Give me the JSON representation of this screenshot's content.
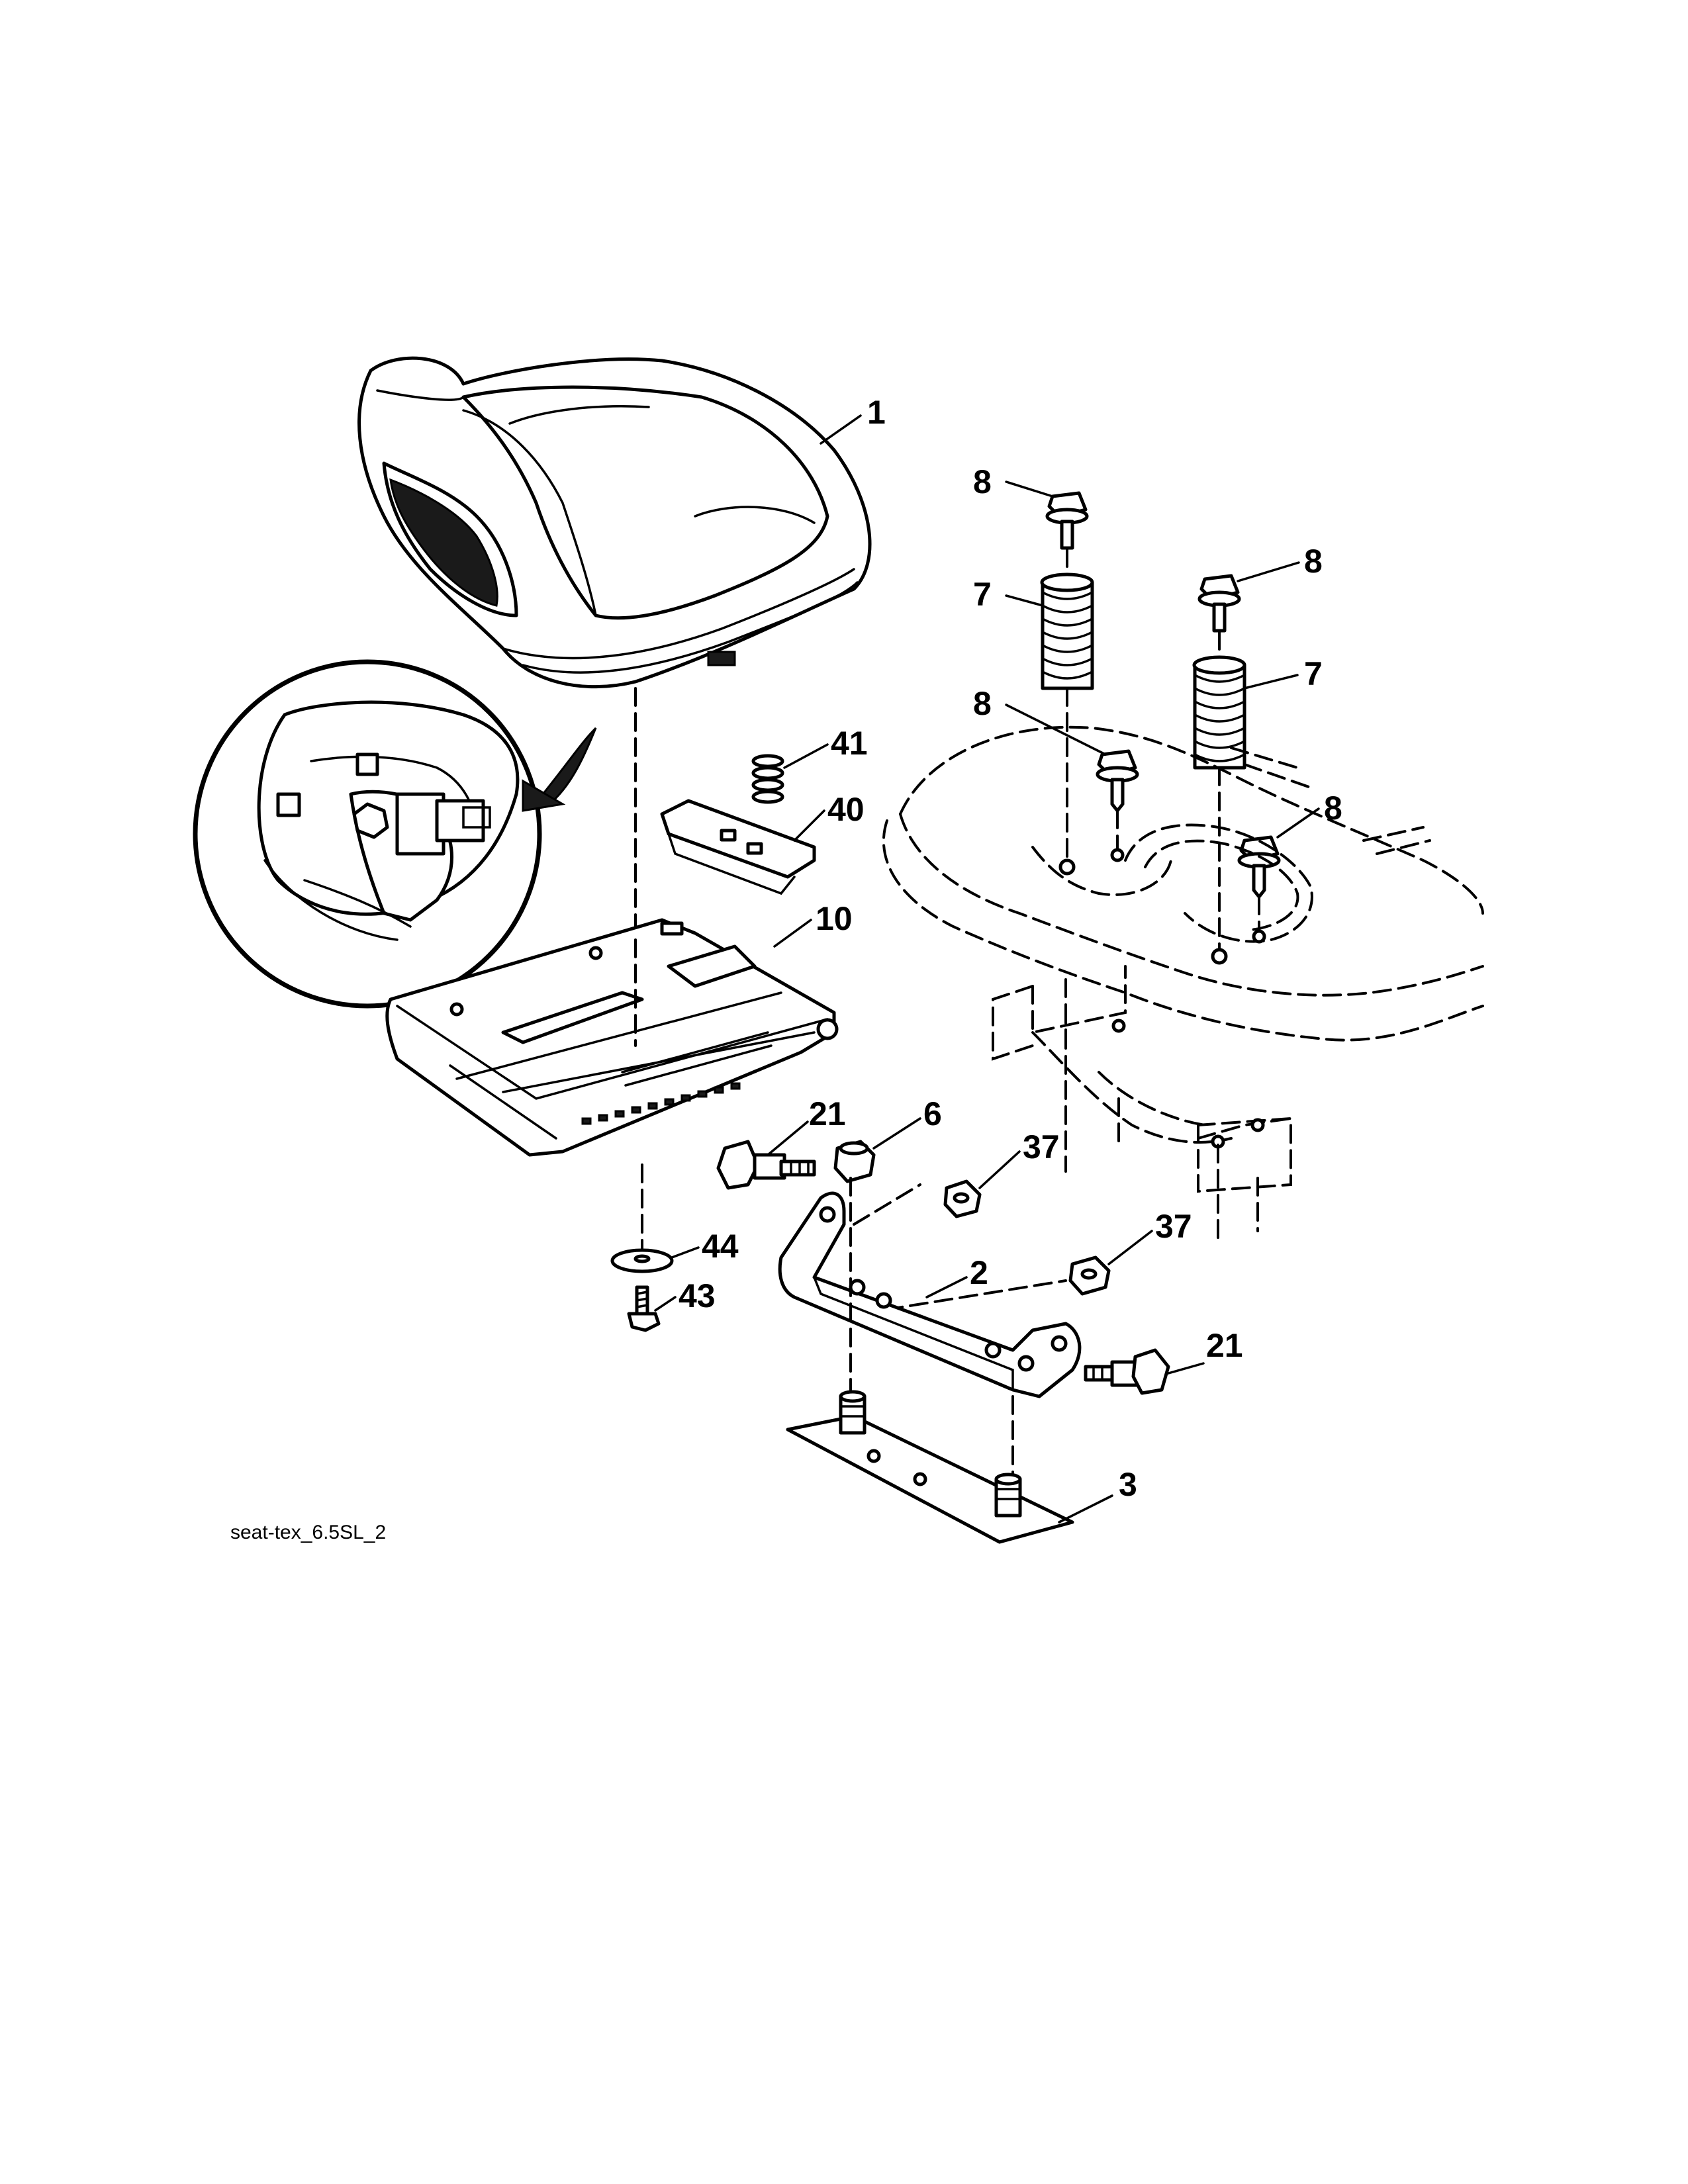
{
  "diagram": {
    "reference_code": "seat-tex_6.5SL_2",
    "colors": {
      "ink": "#000000",
      "paper": "#ffffff"
    },
    "callouts": [
      {
        "id": "seat",
        "number": "1"
      },
      {
        "id": "bolt-top-a",
        "number": "8"
      },
      {
        "id": "bolt-top-b",
        "number": "8"
      },
      {
        "id": "spring-a",
        "number": "7"
      },
      {
        "id": "spring-b",
        "number": "7"
      },
      {
        "id": "bolt-low-a",
        "number": "8"
      },
      {
        "id": "bolt-low-b",
        "number": "8"
      },
      {
        "id": "small-spring",
        "number": "41"
      },
      {
        "id": "clip",
        "number": "40"
      },
      {
        "id": "seat-pan",
        "number": "10"
      },
      {
        "id": "shoulder-bolt-a",
        "number": "21"
      },
      {
        "id": "lock-nut",
        "number": "6"
      },
      {
        "id": "nut-a",
        "number": "37"
      },
      {
        "id": "nut-b",
        "number": "37"
      },
      {
        "id": "washer",
        "number": "44"
      },
      {
        "id": "screw",
        "number": "43"
      },
      {
        "id": "bracket",
        "number": "2"
      },
      {
        "id": "shoulder-bolt-b",
        "number": "21"
      },
      {
        "id": "plate",
        "number": "3"
      }
    ]
  }
}
